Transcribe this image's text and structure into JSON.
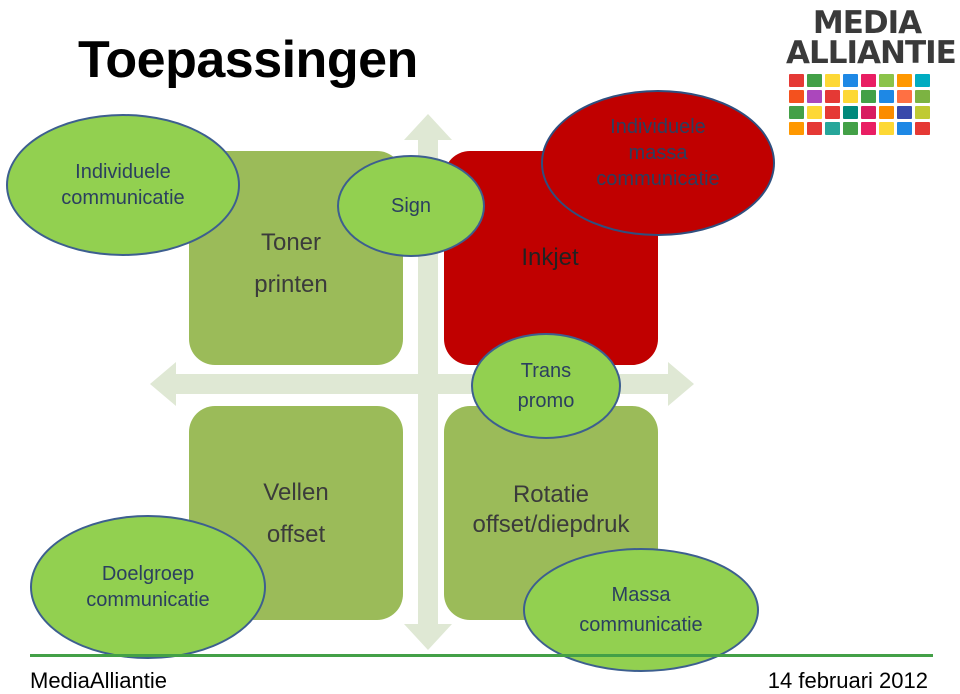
{
  "title": "Toepassingen",
  "logo": {
    "line1": "MEDIA",
    "line2": "ALLIANTIE",
    "tile_colors": [
      "#e53935",
      "#43a047",
      "#fdd835",
      "#1e88e5",
      "#e91e63",
      "#8bc34a",
      "#ff9800",
      "#00acc1",
      "#f4511e",
      "#ab47bc",
      "#e53935",
      "#fdd835",
      "#43a047",
      "#1e88e5",
      "#ff7043",
      "#7cb342",
      "#43a047",
      "#fdd835",
      "#e53935",
      "#00897b",
      "#d81b60",
      "#fb8c00",
      "#3949ab",
      "#c0ca33",
      "#ff9800",
      "#e53935",
      "#26a69a",
      "#43a047",
      "#e91e63",
      "#fdd835",
      "#1e88e5",
      "#e53935"
    ]
  },
  "quadrants": {
    "top_left": {
      "line1": "Toner",
      "line2": "printen"
    },
    "top_right": {
      "line1": "Inkjet"
    },
    "bottom_left": {
      "line1": "Vellen",
      "line2": "offset"
    },
    "bottom_right": {
      "line1": "Rotatie",
      "line2": "offset/diepdruk"
    }
  },
  "ellipses": {
    "individuele": {
      "line1": "Individuele",
      "line2": "communicatie"
    },
    "sign": {
      "line1": "Sign"
    },
    "individuele_massa": {
      "line1": "Individuele",
      "line2": "massa",
      "line3": "communicatie"
    },
    "trans_promo": {
      "line1": "Trans",
      "line2": "promo"
    },
    "doelgroep": {
      "line1": "Doelgroep",
      "line2": "communicatie"
    },
    "massa": {
      "line1": "Massa",
      "line2": "communicatie"
    }
  },
  "footer": {
    "left": "MediaAlliantie",
    "right": "14 februari 2012"
  },
  "colors": {
    "green_box": "#9bbb59",
    "red_box": "#c00000",
    "ellipse_green": "#92d050",
    "arrow": "#dfe8d4",
    "footer_line": "#43a047"
  }
}
